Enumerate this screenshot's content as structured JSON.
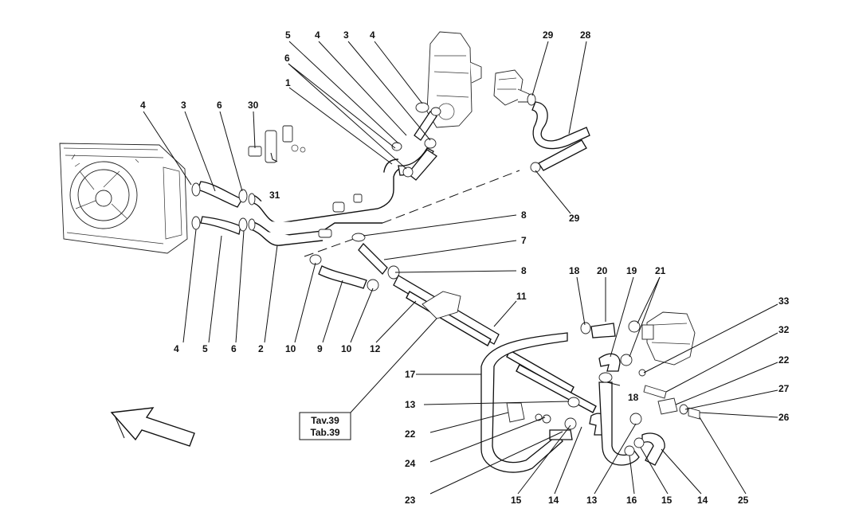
{
  "callouts": {
    "c1": "1",
    "c2": "2",
    "c3a": "3",
    "c3b": "3",
    "c4a": "4",
    "c4b": "4",
    "c4c": "4",
    "c4d": "4",
    "c5a": "5",
    "c5b": "5",
    "c6a": "6",
    "c6b": "6",
    "c6c": "6",
    "c8a": "8",
    "c8b": "8",
    "c7": "7",
    "c9": "9",
    "c10a": "10",
    "c10b": "10",
    "c11": "11",
    "c12": "12",
    "c13a": "13",
    "c13b": "13",
    "c14a": "14",
    "c14b": "14",
    "c15a": "15",
    "c15b": "15",
    "c16": "16",
    "c17": "17",
    "c18a": "18",
    "c18b": "18",
    "c19": "19",
    "c20": "20",
    "c21": "21",
    "c22a": "22",
    "c22b": "22",
    "c23": "23",
    "c24": "24",
    "c25": "25",
    "c26": "26",
    "c27": "27",
    "c28": "28",
    "c29a": "29",
    "c29b": "29",
    "c30": "30",
    "c31": "31",
    "c32": "32",
    "c33": "33"
  },
  "reference_box": {
    "line1": "Tav.39",
    "line2": "Tab.39"
  }
}
